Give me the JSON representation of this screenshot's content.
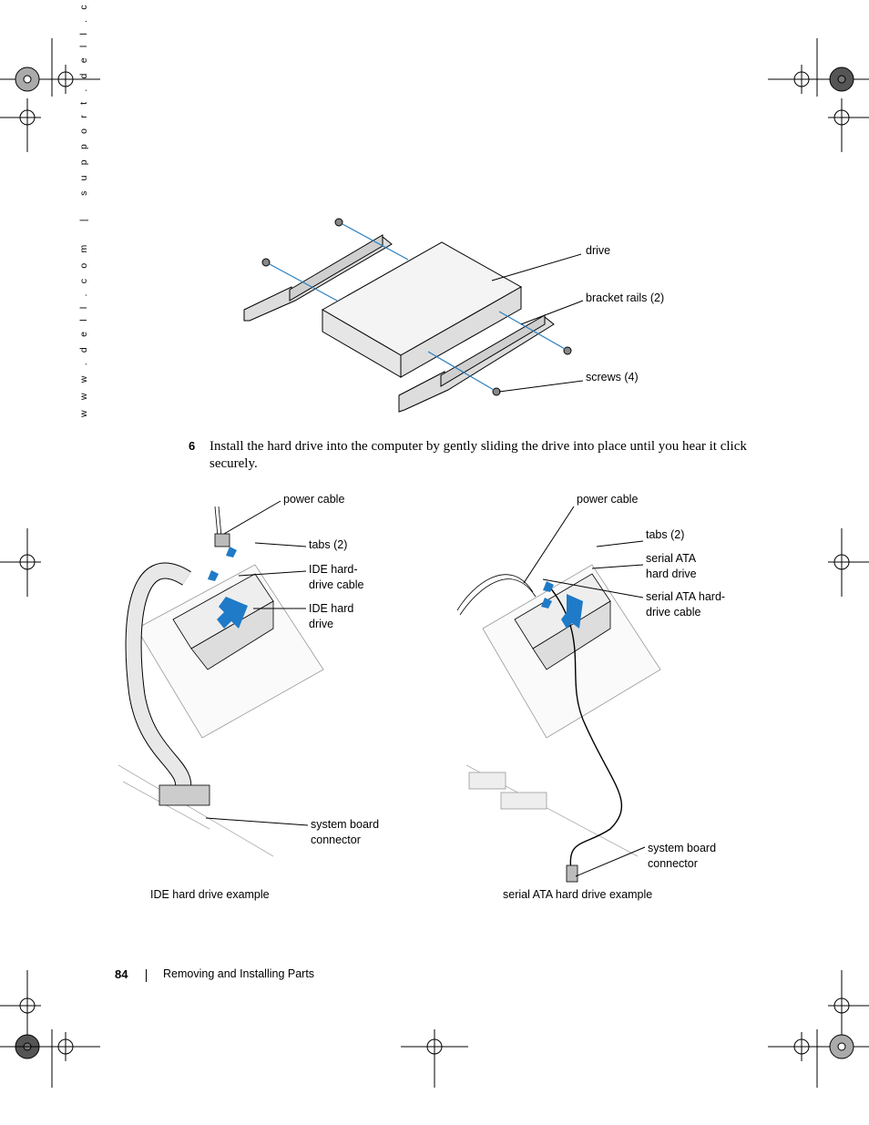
{
  "side_url": "w w w . d e l l . c o m   |   s u p p o r t . d e l l . c o m",
  "fig1": {
    "drive": "drive",
    "bracket_rails": "bracket rails (2)",
    "screws": "screws (4)"
  },
  "step": {
    "number": "6",
    "text": "Install the hard drive into the computer by gently sliding the drive into place until you hear it click securely."
  },
  "fig_ide": {
    "power_cable": "power cable",
    "tabs": "tabs (2)",
    "ide_cable": "IDE hard-\ndrive cable",
    "ide_drive": "IDE hard\ndrive",
    "system_board": "system board\nconnector",
    "caption": "IDE hard drive example"
  },
  "fig_sata": {
    "power_cable": "power cable",
    "tabs": "tabs (2)",
    "sata_drive": "serial ATA\nhard drive",
    "sata_cable": "serial ATA hard-\ndrive cable",
    "system_board": "system board\nconnector",
    "caption": "serial ATA hard drive example"
  },
  "footer": {
    "page_number": "84",
    "section_title": "Removing and Installing Parts"
  }
}
